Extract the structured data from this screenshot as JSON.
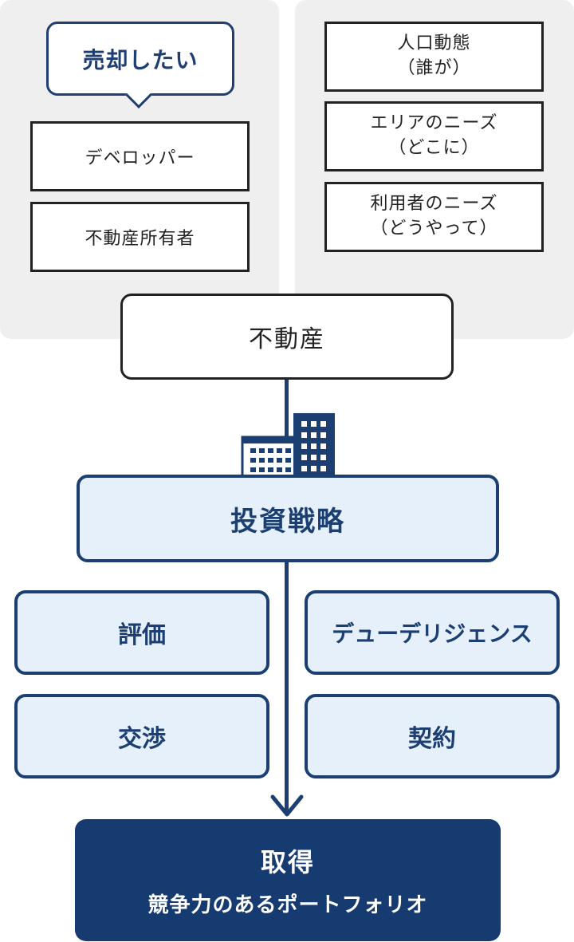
{
  "left_panel": {
    "bubble": "売却したい",
    "items": [
      "デベロッパー",
      "不動産所有者"
    ]
  },
  "right_panel": {
    "items": [
      {
        "line1": "人口動態",
        "line2": "（誰が）"
      },
      {
        "line1": "エリアのニーズ",
        "line2": "（どこに）"
      },
      {
        "line1": "利用者のニーズ",
        "line2": "（どうやって）"
      }
    ]
  },
  "real_estate": "不動産",
  "strategy": "投資戦略",
  "steps": [
    "評価",
    "デューデリジェンス",
    "交渉",
    "契約"
  ],
  "acquisition": {
    "title": "取得",
    "subtitle": "競争力のあるポートフォリオ"
  },
  "colors": {
    "navy": "#1b3f72",
    "dark_navy": "#163b70",
    "light_blue": "#e6f0fa",
    "panel_gray": "#efefef"
  },
  "icons": {
    "building": "building-icon",
    "arrow": "arrow-down-icon"
  }
}
